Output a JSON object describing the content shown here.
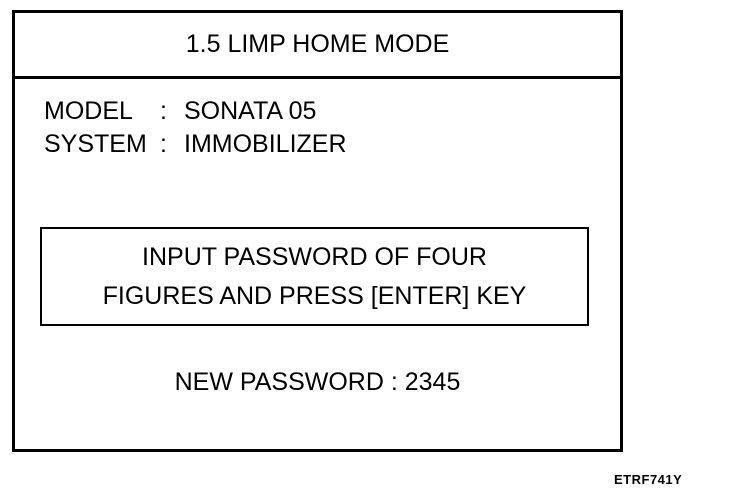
{
  "screen": {
    "title": "1.5  LIMP HOME MODE",
    "model_label": "MODEL",
    "model_sep": ":",
    "model_value": "SONATA 05",
    "system_label": "SYSTEM",
    "system_sep": ":",
    "system_value": "IMMOBILIZER",
    "prompt_line1": "INPUT PASSWORD OF FOUR",
    "prompt_line2": "FIGURES AND PRESS [ENTER] KEY",
    "new_password_label": "NEW PASSWORD : ",
    "new_password_value": "2345"
  },
  "figure_code": "ETRF741Y"
}
